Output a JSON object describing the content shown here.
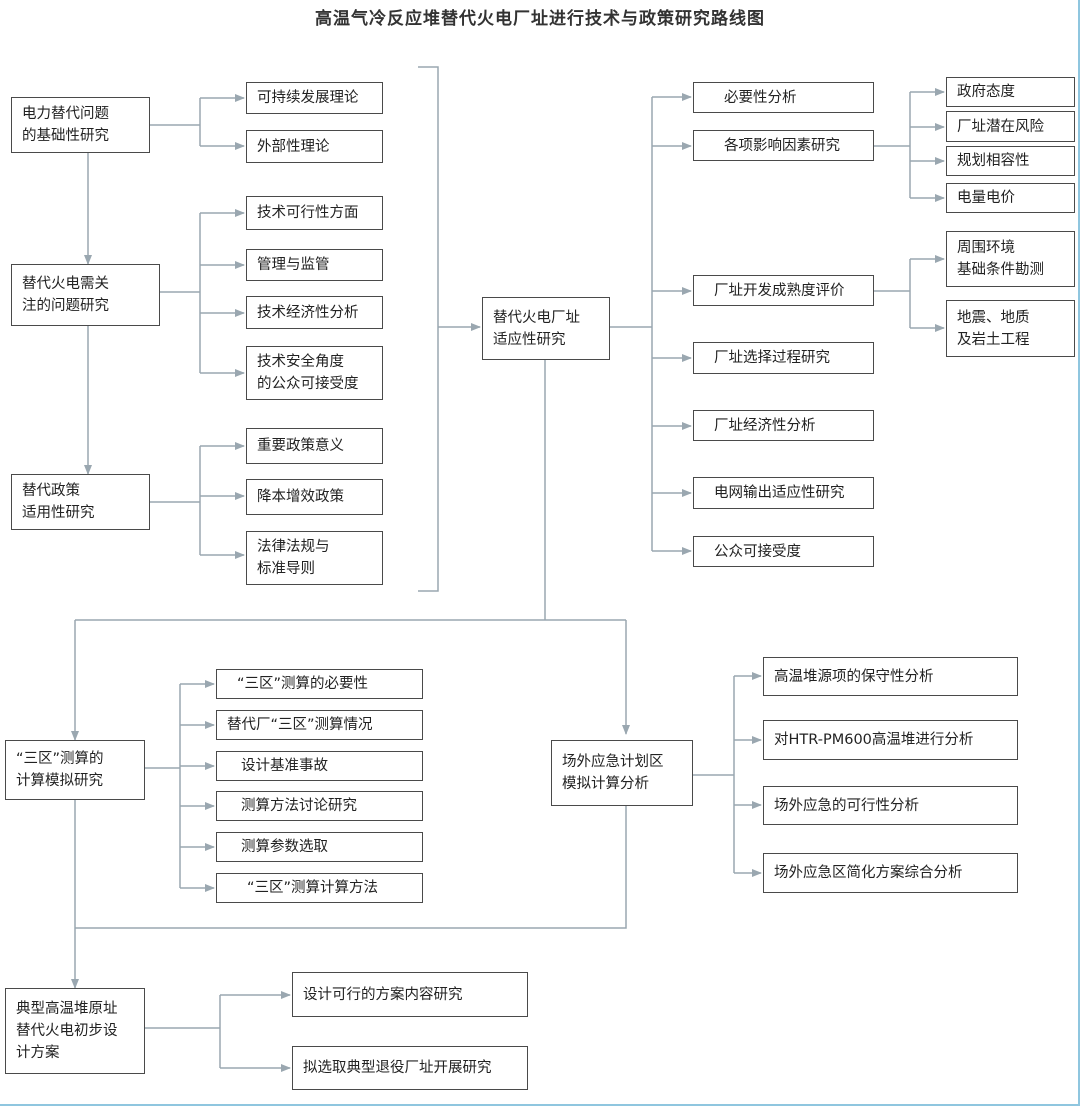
{
  "title": "高温气冷反应堆替代火电厂址进行技术与政策研究路线图",
  "nodes": {
    "basic_research": "电力替代问题\n的基础性研究",
    "sustainable_theory": "可持续发展理论",
    "externality_theory": "外部性理论",
    "concern_research": "替代火电需关\n注的问题研究",
    "tech_feasibility": "技术可行性方面",
    "management": "管理与监管",
    "tech_economic": "技术经济性分析",
    "public_acceptance_tech": "技术安全角度\n的公众可接受度",
    "policy_research": "替代政策\n适用性研究",
    "policy_significance": "重要政策意义",
    "cost_reduction": "降本增效政策",
    "laws_standards": "法律法规与\n标准导则",
    "site_adaptability": "替代火电厂址\n适应性研究",
    "necessity": "必要性分析",
    "factors": "各项影响因素研究",
    "gov_attitude": "政府态度",
    "site_risk": "厂址潜在风险",
    "planning": "规划相容性",
    "electricity_price": "电量电价",
    "maturity": "厂址开发成熟度评价",
    "surroundings": "周围环境\n基础条件勘测",
    "geology": "地震、地质\n及岩土工程",
    "site_selection": "厂址选择过程研究",
    "site_economic": "厂址经济性分析",
    "grid_output": "电网输出适应性研究",
    "public_acceptance": "公众可接受度",
    "three_zone": "“三区”测算的\n计算模拟研究",
    "tz_necessity": "“三区”测算的必要性",
    "tz_situation": "替代厂“三区”测算情况",
    "design_accident": "设计基准事故",
    "method_discussion": "测算方法讨论研究",
    "param_selection": "测算参数选取",
    "tz_method": "“三区”测算计算方法",
    "offsite": "场外应急计划区\n模拟计算分析",
    "conservatism": "高温堆源项的保守性分析",
    "htr_analysis": "对HTR-PM600高温堆进行分析",
    "offsite_feasibility": "场外应急的可行性分析",
    "simplified_plan": "场外应急区简化方案综合分析",
    "typical_plan": "典型高温堆原址\n替代火电初步设\n计方案",
    "feasible_plan": "设计可行的方案内容研究",
    "retired_site": "拟选取典型退役厂址开展研究"
  }
}
